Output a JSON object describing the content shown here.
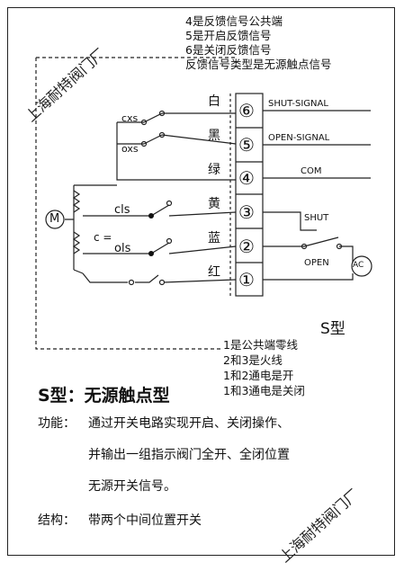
{
  "notes_top": [
    "4是反馈信号公共端",
    "5是开启反馈信号",
    "6是关闭反馈信号",
    "反馈信号类型是无源触点信号"
  ],
  "watermark": "上海耐特阀门厂",
  "wire_colors": [
    "白",
    "黑",
    "绿",
    "黄",
    "蓝",
    "红"
  ],
  "terminals": [
    "⑥",
    "⑤",
    "④",
    "③",
    "②",
    "①"
  ],
  "signals": {
    "shut_signal": "SHUT-SIGNAL",
    "open_signal": "OPEN-SIGNAL",
    "com": "COM",
    "shut": "SHUT",
    "open": "OPEN",
    "ac": "AC"
  },
  "switch_labels": {
    "cxs": "cxs",
    "oxs": "oxs",
    "cls": "cls",
    "ols": "ols",
    "c": "c ="
  },
  "motor": "M",
  "type_label": "S型",
  "notes_mid": [
    "1是公共端零线",
    "2和3是火线",
    "1和2通电是开",
    "1和3通电是关闭"
  ],
  "heading": "S型：无源触点型",
  "function_label": "功能：",
  "function_lines": [
    "通过开关电路实现开启、关闭操作、",
    "并输出一组指示阀门全开、全闭位置",
    "无源开关信号。"
  ],
  "structure_label": "结构：",
  "structure_text": "带两个中间位置开关"
}
